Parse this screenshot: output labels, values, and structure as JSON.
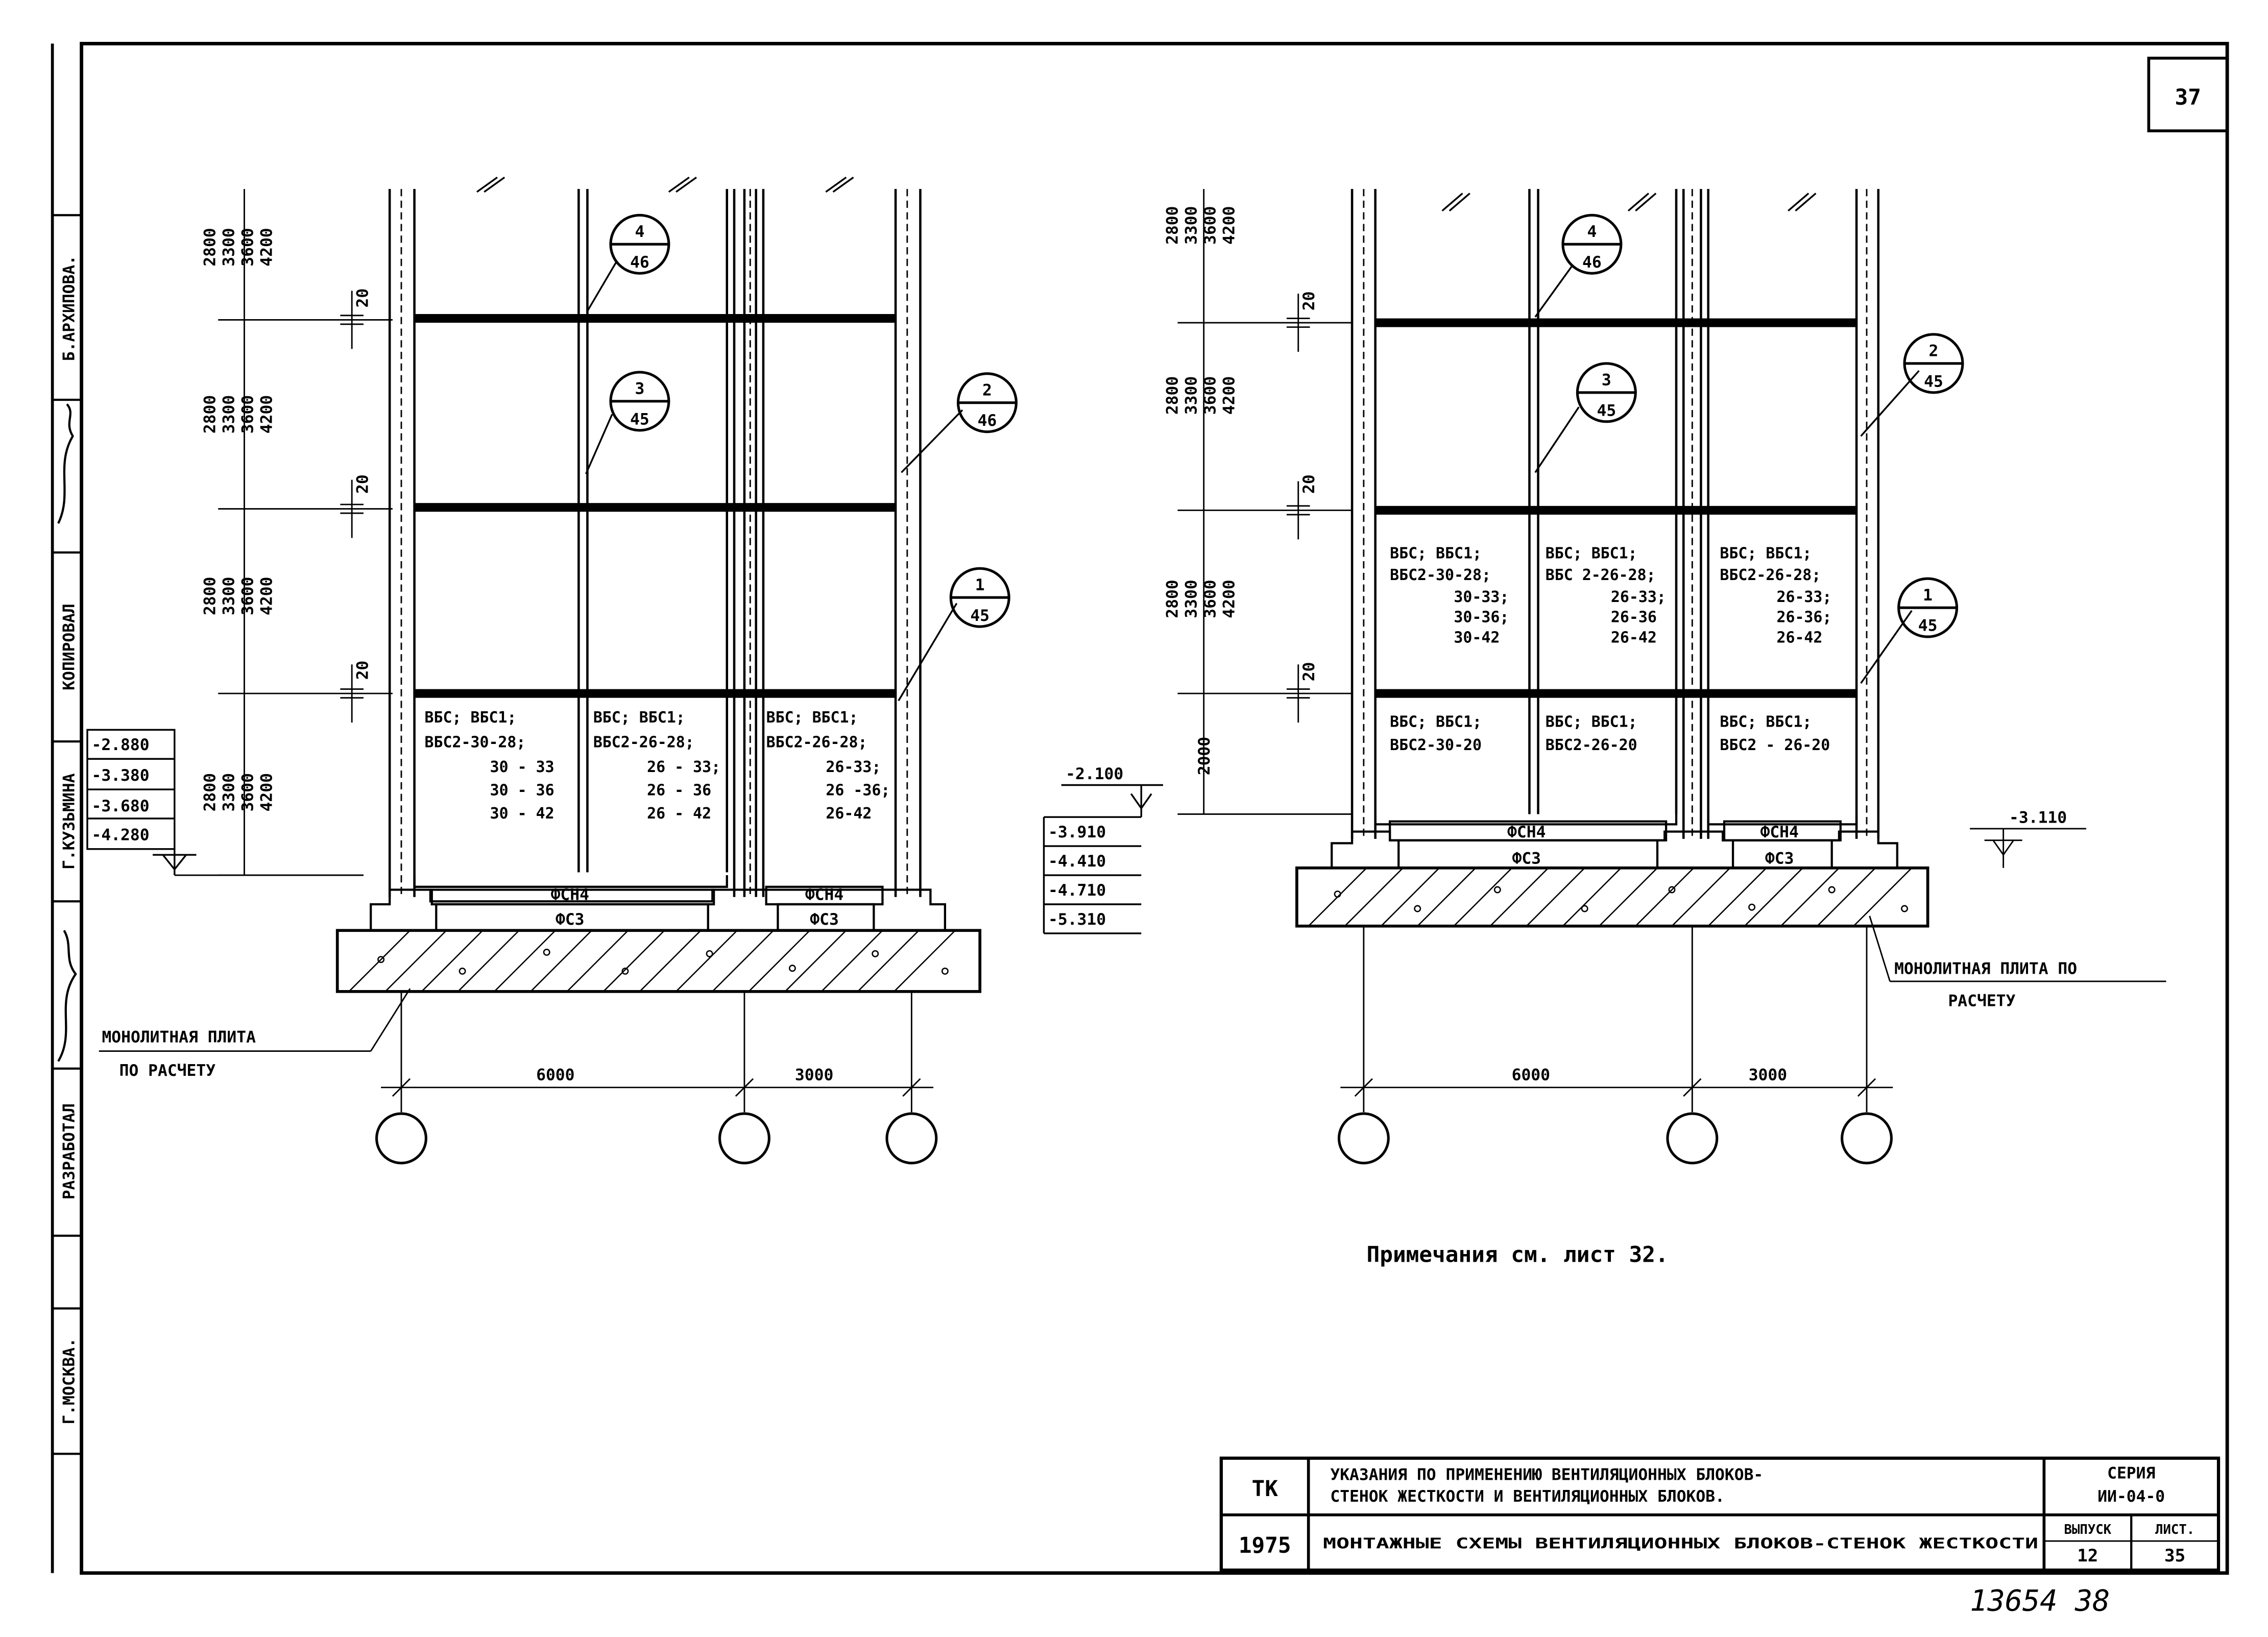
{
  "sheet": {
    "number": "37"
  },
  "stamp": {
    "arkhipova": "Б.АРХИПОВА.",
    "copied": "КОПИРОВАЛ",
    "kuzmina": "Г.КУЗЬМИНА",
    "developed": "РАЗРАБОТАЛ",
    "city": "Г.МОСКВА."
  },
  "left": {
    "storey_dims": [
      "2800",
      "3300",
      "3600",
      "4200"
    ],
    "joint": "20",
    "levels": [
      "-2.880",
      "-3.380",
      "-3.680",
      "-4.280"
    ],
    "right_levels_top": "-2.100",
    "right_levels": [
      "-3.910",
      "-4.410",
      "-4.710",
      "-5.310"
    ],
    "callouts": [
      {
        "num": "4",
        "den": "46"
      },
      {
        "num": "3",
        "den": "45"
      },
      {
        "num": "2",
        "den": "46"
      },
      {
        "num": "1",
        "den": "45"
      }
    ],
    "bay1": [
      "ВБС; ВБС1;",
      "ВБС2-30-28;",
      "30 - 33",
      "30 - 36",
      "30 - 42"
    ],
    "bay2": [
      "ВБС; ВБС1;",
      "ВБС2-26-28;",
      "26 - 33;",
      "26 - 36",
      "26 - 42"
    ],
    "bay3": [
      "ВБС; ВБС1;",
      "ВБС2-26-28;",
      "26-33;",
      "26 -36;",
      "26-42"
    ],
    "fsn": "ФСН4",
    "fs": "ФС3",
    "slab_note": [
      "МОНОЛИТНАЯ ПЛИТА",
      "ПО РАСЧЕТУ"
    ],
    "spans": [
      "6000",
      "3000"
    ]
  },
  "right": {
    "storey_dims": [
      "2800",
      "3300",
      "3600",
      "4200"
    ],
    "bottom_dim": "2000",
    "joint": "20",
    "level": "-3.110",
    "callouts": [
      {
        "num": "4",
        "den": "46"
      },
      {
        "num": "3",
        "den": "45"
      },
      {
        "num": "2",
        "den": "45"
      },
      {
        "num": "1",
        "den": "45"
      }
    ],
    "bay1": [
      "ВБС; ВБС1;",
      "ВБС2-30-28;",
      "30-33;",
      "30-36;",
      "30-42"
    ],
    "bay2": [
      "ВБС; ВБС1;",
      "ВБС 2-26-28;",
      "26-33;",
      "26-36",
      "26-42"
    ],
    "bay3": [
      "ВБС; ВБС1;",
      "ВБС2-26-28;",
      "26-33;",
      "26-36;",
      "26-42"
    ],
    "bay1_lower": [
      "ВБС; ВБС1;",
      "ВБС2-30-20"
    ],
    "bay2_lower": [
      "ВБС; ВБС1;",
      "ВБС2-26-20"
    ],
    "bay3_lower": [
      "ВБС; ВБС1;",
      "ВБС2 - 26-20"
    ],
    "fsn": "ФСН4",
    "fs": "ФС3",
    "slab_note": [
      "МОНОЛИТНАЯ ПЛИТА ПО",
      "РАСЧЕТУ"
    ],
    "spans": [
      "6000",
      "3000"
    ]
  },
  "notes": "Примечания см. лист 32.",
  "title_block": {
    "org": "ТК",
    "year": "1975",
    "title_line_1": "УКАЗАНИЯ ПО ПРИМЕНЕНИЮ ВЕНТИЛЯЦИОННЫХ БЛОКОВ-",
    "title_line_2": "СТЕНОК ЖЕСТКОСТИ И ВЕНТИЛЯЦИОННЫХ БЛОКОВ.",
    "subtitle": "МОНТАЖНЫЕ СХЕМЫ ВЕНТИЛЯЦИОННЫХ БЛОКОВ-СТЕНОК ЖЕСТКОСТИ",
    "series_label": "СЕРИЯ",
    "series_value": "ИИ-04-0",
    "issue_label": "ВЫПУСК",
    "issue_value": "12",
    "page_label": "ЛИСТ.",
    "page_value": "35"
  },
  "archive_number": "13654 38"
}
